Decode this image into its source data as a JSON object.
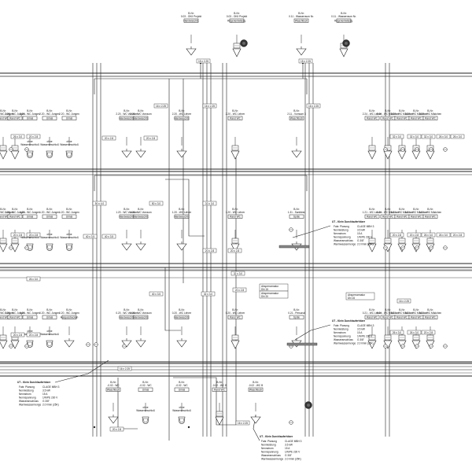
{
  "top_fixtures": [
    {
      "nr": "B-Nr:",
      "room": "0.03 - OKII Projekt",
      "label": "Handwaschb."
    },
    {
      "nr": "B-Nr:",
      "room": "0.03 - OKII Projekt",
      "label": "Regenentwässg."
    },
    {
      "nr": "B-Nr:",
      "room": "0.11 - Wasserraum Nr.",
      "label": "Waschtisch"
    },
    {
      "nr": "B-Nr:",
      "room": "0.11 - Wasserraum Nr.",
      "label": "Regenentwässg."
    }
  ],
  "floor1_fixtures": [
    {
      "nr": "B-Nr:",
      "room": "2.20 - WC Jungen",
      "label": "Rand WC"
    },
    {
      "nr": "B-Nr:",
      "room": "2.20 - WC Jungen",
      "label": "Rand WC"
    },
    {
      "nr": "B-Nr:",
      "room": "2.20 - WC Jungen",
      "label": "Urinal"
    },
    {
      "nr": "B-Nr:",
      "room": "2.20 - WC Jungen",
      "label": "Urinal"
    },
    {
      "nr": "B-Nr:",
      "room": "2.20 - WC Jungen",
      "label": "Urinal"
    },
    {
      "nr": "B-Nr:",
      "room": "2.20 - WC Vorraum",
      "label": "Handwaschb."
    },
    {
      "nr": "B-Nr:",
      "room": "2.20 - WC Vorraum",
      "label": "Handwaschb."
    },
    {
      "nr": "B-Nr:",
      "room": "2.20 - WC Lehrer",
      "label": "Handwaschb."
    },
    {
      "nr": "B-Nr:",
      "room": "2.20 - WC Lehrer",
      "label": "Rand WC"
    },
    {
      "nr": "B-Nr:",
      "room": "2.11 - Vorraum 3",
      "label": "Waschtisch"
    },
    {
      "nr": "B-Nr:",
      "room": "2.24 - WC Lehrer",
      "label": "Rand WC"
    },
    {
      "nr": "B-Nr:",
      "room": "2.20 - WC Mädchen",
      "label": "Rand WC"
    },
    {
      "nr": "B-Nr:",
      "room": "2.20 - WC Mädchen",
      "label": "Rand WC"
    },
    {
      "nr": "B-Nr:",
      "room": "2.20 - WC Mädchen",
      "label": "Rand WC"
    },
    {
      "nr": "B-Nr:",
      "room": "2.20 - WC Mädchen",
      "label": "Rand WC"
    }
  ],
  "floor2_fixtures": [
    {
      "nr": "B-Nr:",
      "room": "1.20 - WC Jungen",
      "label": "Rand WC"
    },
    {
      "nr": "B-Nr:",
      "room": "1.20 - WC Jungen",
      "label": "Rand WC"
    },
    {
      "nr": "B-Nr:",
      "room": "1.20 - WC Jungen",
      "label": "Urinal"
    },
    {
      "nr": "B-Nr:",
      "room": "1.20 - WC Jungen",
      "label": "Urinal"
    },
    {
      "nr": "B-Nr:",
      "room": "1.20 - WC Jungen",
      "label": "Urinal"
    },
    {
      "nr": "B-Nr:",
      "room": "1.20 - WC Vorraum",
      "label": "Handwaschb."
    },
    {
      "nr": "B-Nr:",
      "room": "1.20 - WC Vorraum",
      "label": "Handwaschb."
    },
    {
      "nr": "B-Nr:",
      "room": "1.20 - WC Lehrer",
      "label": "Handwaschb."
    },
    {
      "nr": "B-Nr:",
      "room": "1.20 - WC Lehrer",
      "label": "Rand WC"
    },
    {
      "nr": "B-Nr:",
      "room": "1.31 - Sanitärst.",
      "label": "Spüle"
    },
    {
      "nr": "B-Nr:",
      "room": "1.21 - WC Lehrer",
      "label": "Rand WC"
    },
    {
      "nr": "B-Nr:",
      "room": "1.21 - WC Mädchen",
      "label": "Rand WC"
    },
    {
      "nr": "B-Nr:",
      "room": "1.21 - WC Mädchen",
      "label": "Rand WC"
    },
    {
      "nr": "B-Nr:",
      "room": "1.21 - WC Mädchen",
      "label": "Rand WC"
    },
    {
      "nr": "B-Nr:",
      "room": "1.21 - WC Mädchen",
      "label": "Rand WC"
    }
  ],
  "floor3_fixtures": [
    {
      "nr": "B-Nr:",
      "room": "0.20 - WC Jungen",
      "label": "Rand WC"
    },
    {
      "nr": "B-Nr:",
      "room": "0.20 - WC Jungen",
      "label": "Rand WC"
    },
    {
      "nr": "B-Nr:",
      "room": "0.20 - WC Jungen",
      "label": "Urinal"
    },
    {
      "nr": "B-Nr:",
      "room": "0.20 - WC Jungen",
      "label": "Urinal"
    },
    {
      "nr": "B-Nr:",
      "room": "0.20 - WC Jungen",
      "label": "Ausgussbecken"
    },
    {
      "nr": "B-Nr:",
      "room": "0.20 - WC Vorraum",
      "label": "Handwaschb."
    },
    {
      "nr": "B-Nr:",
      "room": "0.20 - WC Vorraum",
      "label": "Handwaschb."
    },
    {
      "nr": "B-Nr:",
      "room": "0.20 - WC Lehrer",
      "label": "Handwaschb."
    },
    {
      "nr": "B-Nr:",
      "room": "0.20 - WC Lehrer",
      "label": "Rand WC"
    },
    {
      "nr": "B-Nr:",
      "room": "0.21 - Personal",
      "label": "Spüle"
    },
    {
      "nr": "B-Nr:",
      "room": "0.21 - WC Lehrer",
      "label": "Rand WC"
    },
    {
      "nr": "B-Nr:",
      "room": "0.21 - WC Mädchen",
      "label": "Rand WC"
    },
    {
      "nr": "B-Nr:",
      "room": "0.21 - WC Mädchen",
      "label": "Rand WC"
    },
    {
      "nr": "B-Nr:",
      "room": "0.21 - WC Mädchen",
      "label": "Rand WC"
    },
    {
      "nr": "B-Nr:",
      "room": "0.21 - WC Mädchen",
      "label": "Rand WC"
    }
  ],
  "basement_fixtures": [
    {
      "nr": "B-Nr:",
      "room": "-0.02 - WC",
      "label": "Waschtisch"
    },
    {
      "nr": "B-Nr:",
      "room": "-0.02 - WC",
      "label": "Urinal"
    },
    {
      "nr": "B-Nr:",
      "room": "-0.02 - WC",
      "label": "Urinal"
    },
    {
      "nr": "B-Nr:",
      "room": "-0.02 - WC B",
      "label": "Rand WC"
    },
    {
      "nr": "B-Nr:",
      "room": "-0.02 - WC B",
      "label": "Waschtisch"
    }
  ],
  "ohne_labels": {
    "ohne": "ohne",
    "spulung": "Wasseranschluß"
  },
  "pipe_labels": [
    "15 x 2.25",
    "15 x 2.25",
    "16 x 2.25",
    "16 x 2.25",
    "16 x 2.25",
    "20 x 2.8",
    "20 x 2.8",
    "32 x 3.0",
    "32 x 3.0",
    "32 x 3.0",
    "26 x 3.0",
    "26 x 3.0",
    "26 x 3.0",
    "20 x 2.8",
    "50 x 3.0",
    "50 x 4.0",
    "40 x 3.5",
    "40 x 3.5",
    "32 x 3.0",
    "20 x 2.8",
    "20 x 2.8",
    "20 x 2.8",
    "20 x 2.8",
    "26 x 3.0",
    "26 x 3.0",
    "20 x 2.8",
    "20 x 2.8",
    "20 x 2.8",
    "26 x 3.0",
    "20 x 2.8",
    "32 x 3.0",
    "40 x 3.5",
    "32 x 3.0",
    "20 x 2.8",
    "20 x 2.8",
    "26 x 3.0",
    "26 x 3.0",
    "20 x 2.8",
    "16 x 2.25",
    "20 x 2.8",
    "16 x 2.25",
    "16 x 2.25"
  ],
  "heaters": [
    {
      "title": "UT - Klein Durchlauferhitzer",
      "rows": [
        [
          "Fabr. Planung",
          "CLAGE MBH 3"
        ],
        [
          "Nennleistung",
          "3.5 kW"
        ],
        [
          "Nennstrom",
          "15 A"
        ],
        [
          "Nennspannung",
          "1/N/PE 230 V"
        ],
        [
          "Wasseranschluss",
          "G 3/8\""
        ],
        [
          "Warmwassermenge",
          "2.0 l/min (25K)"
        ]
      ]
    },
    {
      "title": "UT - Klein Durchlauferhitzer",
      "rows": [
        [
          "Fabr. Planung",
          "CLAGE MBH 3"
        ],
        [
          "Nennleistung",
          "3.5 kW"
        ],
        [
          "Nennstrom",
          "15 A"
        ],
        [
          "Nennspannung",
          "1/N/PE 230 V"
        ],
        [
          "Wasseranschluss",
          "G 3/8\""
        ],
        [
          "Warmwassermenge",
          "2.0 l/min (25K)"
        ]
      ]
    },
    {
      "title": "UT - Klein Durchlauferhitzer",
      "rows": [
        [
          "Fabr. Planung",
          "CLAGE MBH 3"
        ],
        [
          "Nennleistung",
          "3.5 kW"
        ],
        [
          "Nennstrom",
          "15 A"
        ],
        [
          "Nennspannung",
          "1/N/PE 230 V"
        ],
        [
          "Wasseranschluss",
          "G 3/8\""
        ],
        [
          "Warmwassermenge",
          "2.0 l/min (25K)"
        ]
      ]
    },
    {
      "title": "UT - Klein Durchlauferhitzer",
      "rows": [
        [
          "Fabr. Planung",
          "CLAGE MBH 3"
        ],
        [
          "Nennleistung",
          "3.5 kW"
        ],
        [
          "Nennstrom",
          "15 A"
        ],
        [
          "Nennspannung",
          "1/N/PE 230 V"
        ],
        [
          "Wasseranschluss",
          "G 3/8\""
        ],
        [
          "Warmwassermenge",
          "2.0 l/min (25K)"
        ]
      ]
    }
  ],
  "valve_notes": [
    {
      "line1": "Absperrarmatur",
      "line2": "DN 15"
    },
    {
      "line1": "Absperrarmatur",
      "line2": "DN 20"
    },
    {
      "line1": "Absperrarmatur",
      "line2": "DN 15"
    }
  ],
  "colors": {
    "line": "#222222",
    "box": "#ffffff",
    "meter": "#333333"
  }
}
